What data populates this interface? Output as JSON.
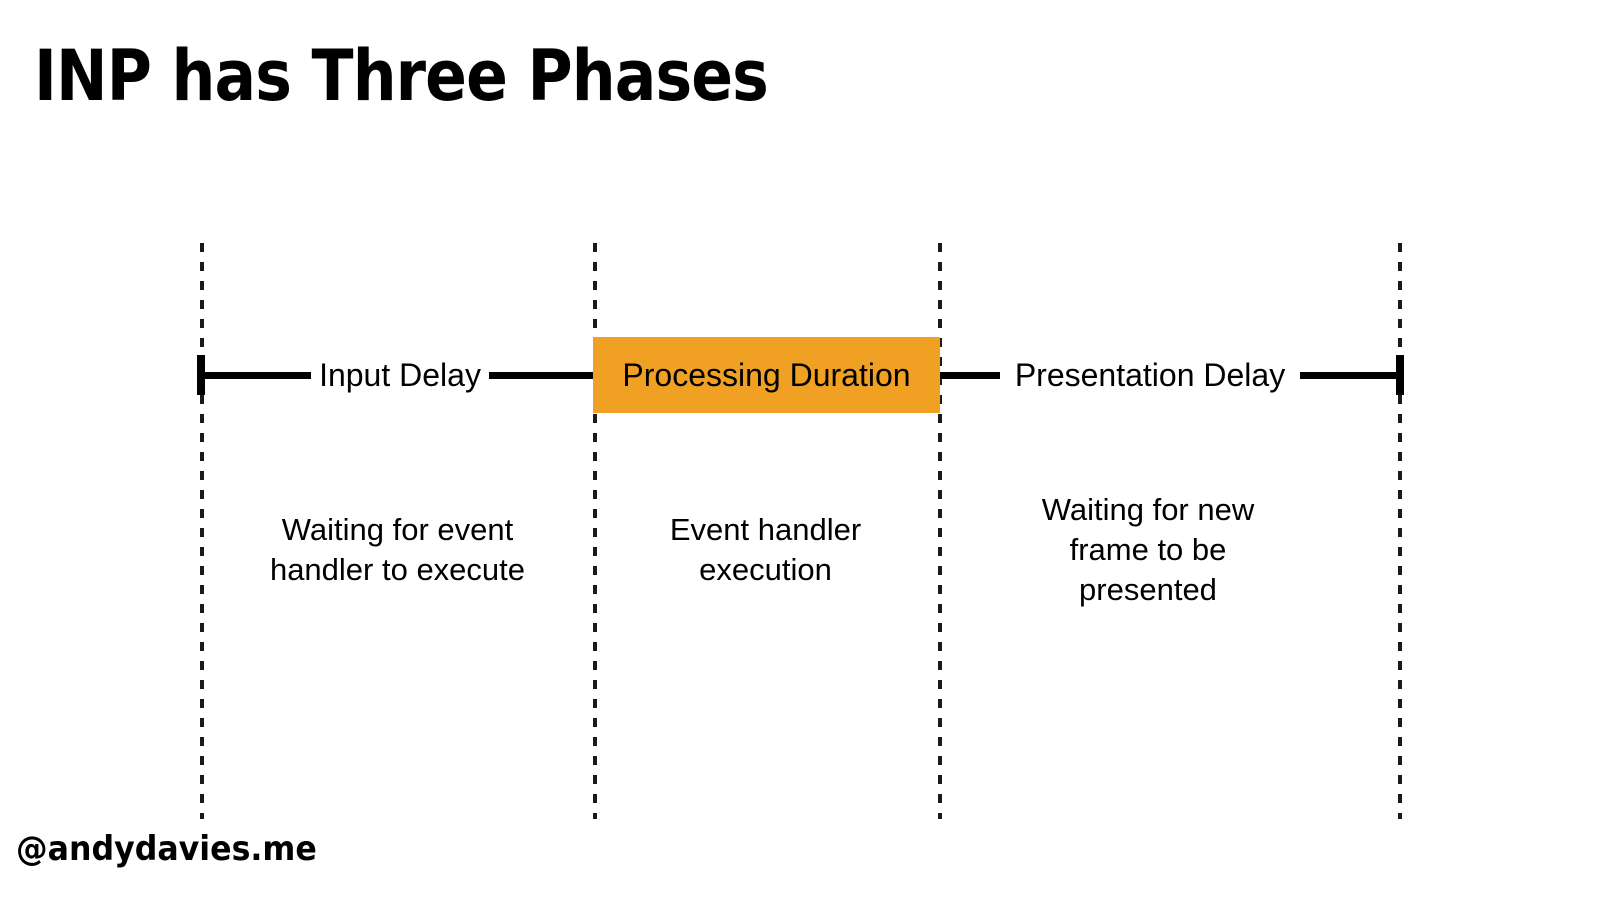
{
  "slide": {
    "title": "INP has Three Phases",
    "footer_handle": "@andydavies.me",
    "background_color": "#ffffff",
    "accent_color": "#f0a022",
    "text_color": "#000000"
  },
  "diagram": {
    "type": "timeline",
    "dividers": [
      {
        "name": "interaction-start"
      },
      {
        "name": "handler-start"
      },
      {
        "name": "handler-end"
      },
      {
        "name": "frame-presented"
      }
    ],
    "phases": [
      {
        "label": "Input Delay",
        "description_lines": [
          "Waiting for event",
          "handler to execute"
        ],
        "highlighted": false
      },
      {
        "label": "Processing Duration",
        "description_lines": [
          "Event handler",
          "execution"
        ],
        "highlighted": true
      },
      {
        "label": "Presentation Delay",
        "description_lines": [
          "Waiting for new",
          "frame to be",
          "presented"
        ],
        "highlighted": false
      }
    ]
  }
}
